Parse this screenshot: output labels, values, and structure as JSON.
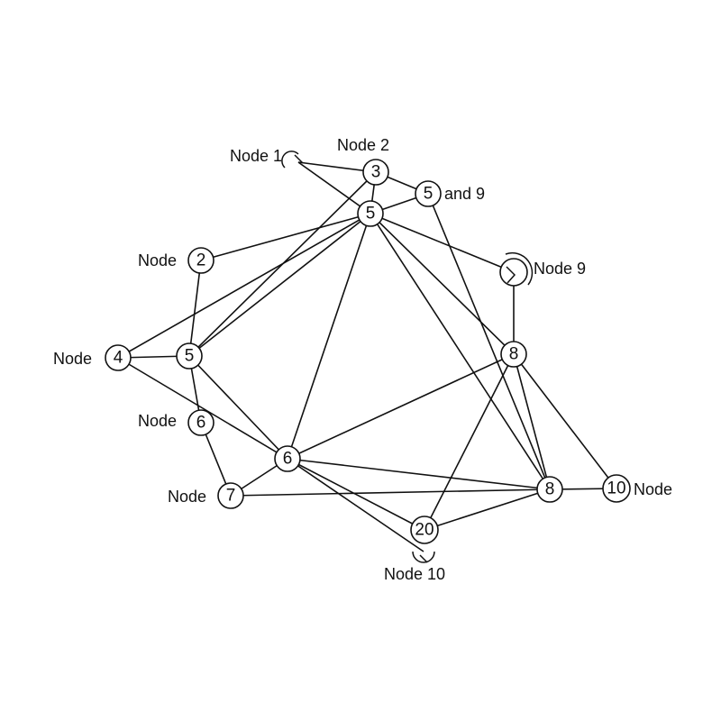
{
  "colors": {
    "line": "#111111",
    "background": "#ffffff"
  },
  "nodes": [
    {
      "id": "n3",
      "text": "3"
    },
    {
      "id": "n5a",
      "text": "5"
    },
    {
      "id": "n5top",
      "text": "5"
    },
    {
      "id": "n2",
      "text": "2"
    },
    {
      "id": "n4",
      "text": "4"
    },
    {
      "id": "n5b",
      "text": "5"
    },
    {
      "id": "n6",
      "text": "6"
    },
    {
      "id": "n6c",
      "text": "6"
    },
    {
      "id": "n7",
      "text": "7"
    },
    {
      "id": "n8a",
      "text": "8"
    },
    {
      "id": "n8b",
      "text": "8"
    },
    {
      "id": "n10",
      "text": "10"
    },
    {
      "id": "n20",
      "text": "20"
    }
  ],
  "labels": [
    {
      "id": "node-1",
      "text": "Node 1"
    },
    {
      "id": "node-2-top",
      "text": "Node 2"
    },
    {
      "id": "and-9",
      "text": "and 9"
    },
    {
      "id": "node-2-left",
      "text": "Node"
    },
    {
      "id": "node-9",
      "text": "Node 9"
    },
    {
      "id": "node-4",
      "text": "Node"
    },
    {
      "id": "node-6",
      "text": "Node"
    },
    {
      "id": "node-7",
      "text": "Node"
    },
    {
      "id": "node-10-right",
      "text": "Node"
    },
    {
      "id": "node-10-bottom",
      "text": "Node 10"
    }
  ],
  "edges": [
    [
      "c1",
      "n3"
    ],
    [
      "c1",
      "n5top"
    ],
    [
      "n3",
      "n5a"
    ],
    [
      "n3",
      "n5top"
    ],
    [
      "n3",
      "n5b"
    ],
    [
      "n5a",
      "n5top"
    ],
    [
      "n5a",
      "n8b"
    ],
    [
      "n5top",
      "n2"
    ],
    [
      "n5top",
      "n4"
    ],
    [
      "n5top",
      "n5b"
    ],
    [
      "n5top",
      "n6"
    ],
    [
      "n5top",
      "c9"
    ],
    [
      "n5top",
      "n8a"
    ],
    [
      "n5top",
      "n8b"
    ],
    [
      "n2",
      "n5b"
    ],
    [
      "n4",
      "n5b"
    ],
    [
      "n4",
      "n6"
    ],
    [
      "n5b",
      "n6c"
    ],
    [
      "n5b",
      "n6"
    ],
    [
      "n6c",
      "n7"
    ],
    [
      "n7",
      "n6"
    ],
    [
      "n7",
      "n8b"
    ],
    [
      "n6",
      "n8a"
    ],
    [
      "n6",
      "n8b"
    ],
    [
      "n6",
      "n20"
    ],
    [
      "n6",
      "c10"
    ],
    [
      "c9",
      "n8a"
    ],
    [
      "n8a",
      "n20"
    ],
    [
      "n8a",
      "n8b"
    ],
    [
      "n8a",
      "n10"
    ],
    [
      "n8b",
      "n10"
    ],
    [
      "n8b",
      "n20"
    ]
  ]
}
